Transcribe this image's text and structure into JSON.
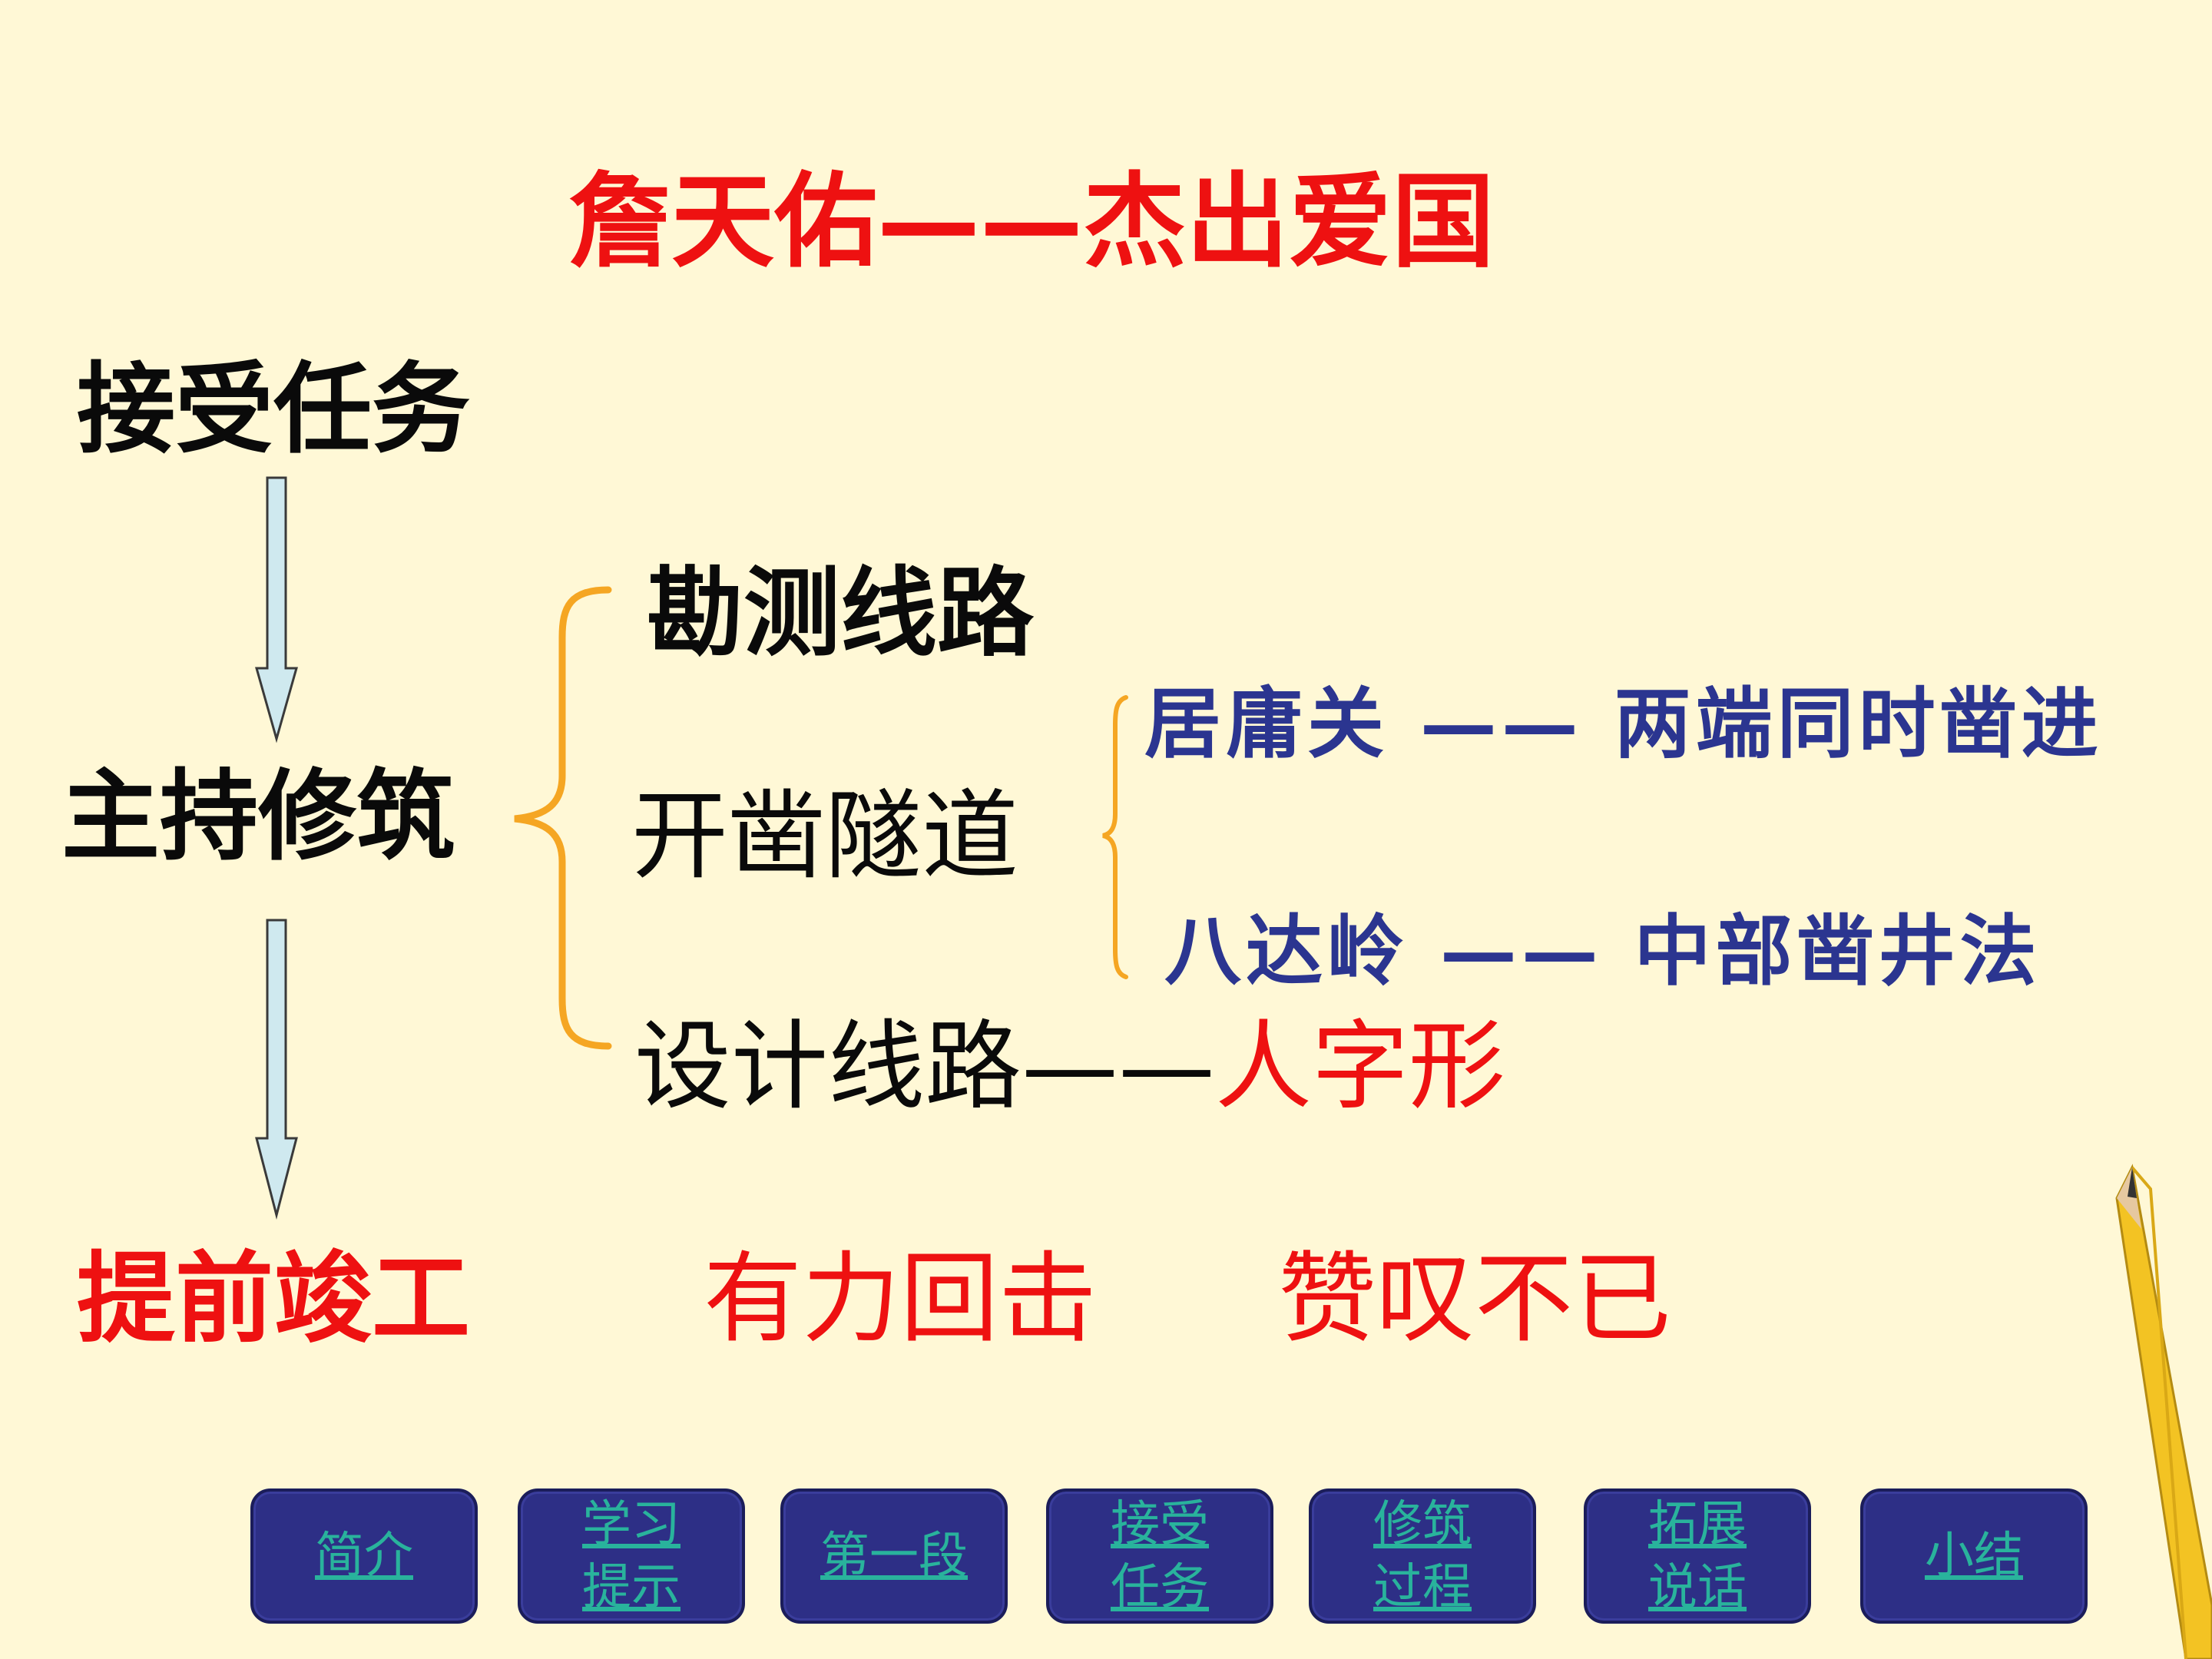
{
  "title": "詹天佑——杰出爱国",
  "stages": {
    "accept": "接受任务",
    "build": "主持修筑",
    "finish": "提前竣工"
  },
  "branches": {
    "survey": "勘测线路",
    "tunnel": "开凿隧道",
    "design_prefix": "设计线路——",
    "design_highlight": "人字形"
  },
  "tunnels": {
    "juyongguan": "居庸关 —— 两端同时凿进",
    "badaling": "八达岭 —— 中部凿井法"
  },
  "results": {
    "strike_back": "有力回击",
    "admire": "赞叹不已"
  },
  "nav": [
    {
      "lines": [
        "简介"
      ]
    },
    {
      "lines": [
        "学习",
        "提示"
      ]
    },
    {
      "lines": [
        "第一段"
      ]
    },
    {
      "lines": [
        "接受",
        "任务"
      ]
    },
    {
      "lines": [
        "修筑",
        "过程"
      ]
    },
    {
      "lines": [
        "拓展",
        "说话"
      ]
    },
    {
      "lines": [
        "小结"
      ]
    }
  ],
  "colors": {
    "background": "#fff8d6",
    "title_red": "#ee1111",
    "blue_text": "#2b3590",
    "brace_orange": "#f5a623",
    "arrow_fill": "#cfe9ef",
    "nav_bg": "#2d2f86",
    "nav_link": "#29b39c"
  },
  "icons": [
    "down-arrow-icon",
    "curly-brace-icon",
    "pencil-icon"
  ]
}
